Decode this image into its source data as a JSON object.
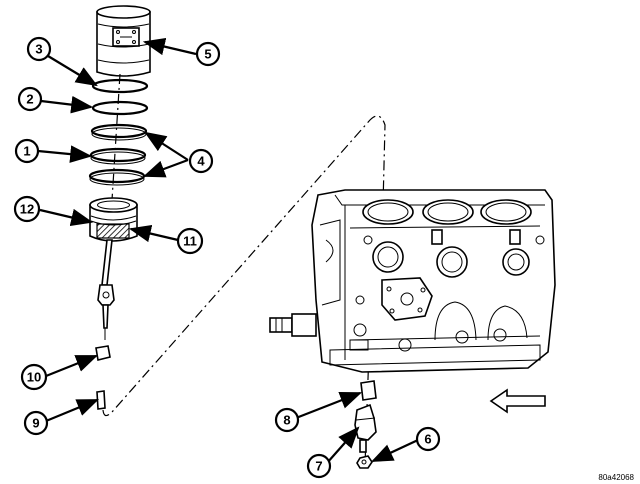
{
  "callouts": [
    {
      "id": "1",
      "label": "1"
    },
    {
      "id": "2",
      "label": "2"
    },
    {
      "id": "3",
      "label": "3"
    },
    {
      "id": "4",
      "label": "4"
    },
    {
      "id": "5",
      "label": "5"
    },
    {
      "id": "6",
      "label": "6"
    },
    {
      "id": "7",
      "label": "7"
    },
    {
      "id": "8",
      "label": "8"
    },
    {
      "id": "9",
      "label": "9"
    },
    {
      "id": "10",
      "label": "10"
    },
    {
      "id": "11",
      "label": "11"
    },
    {
      "id": "12",
      "label": "12"
    }
  ],
  "reference_code": "80a42068"
}
